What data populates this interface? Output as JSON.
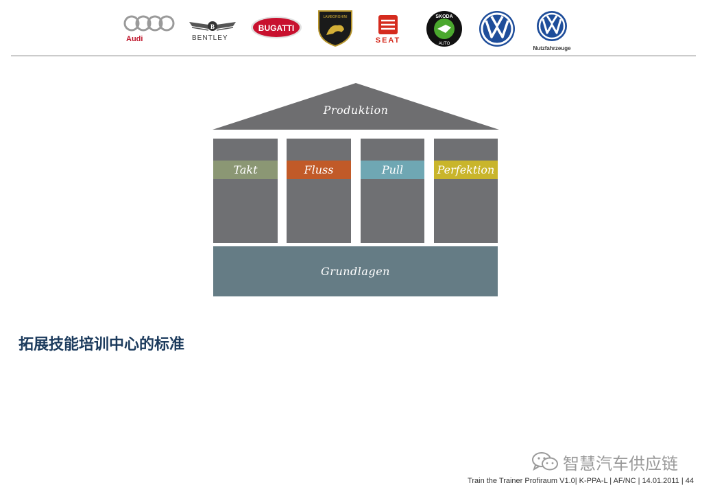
{
  "colors": {
    "roof": "#6e6e70",
    "pillar": "#6f7073",
    "base": "#657c85",
    "takt": "#8b9774",
    "fluss": "#c15a28",
    "pull": "#6fa7b3",
    "perfektion": "#c9b52b",
    "headline": "#1b3a5c"
  },
  "header": {
    "brands": [
      {
        "name": "Audi",
        "icon": "audi-rings-icon"
      },
      {
        "name": "BENTLEY",
        "icon": "bentley-wings-icon"
      },
      {
        "name": "BUGATTI",
        "icon": "bugatti-oval-icon"
      },
      {
        "name": "LAMBORGHINI",
        "icon": "lamborghini-shield-icon"
      },
      {
        "name": "SEAT",
        "icon": "seat-logo-icon"
      },
      {
        "name": "SKODA AUTO",
        "icon": "skoda-arrow-icon"
      },
      {
        "name": "VW",
        "icon": "vw-logo-icon"
      },
      {
        "name": "Nutzfahrzeuge",
        "icon": "vw-commercial-logo-icon"
      }
    ]
  },
  "diagram": {
    "roof": "Produktion",
    "pillars": [
      "Takt",
      "Fluss",
      "Pull",
      "Perfektion"
    ],
    "base": "Grundlagen"
  },
  "headline": "拓展技能培训中心的标准",
  "watermark": {
    "text": "智慧汽车供应链",
    "icon": "wechat-icon"
  },
  "footer": {
    "text": "Train the Trainer Profiraum V1.0| K-PPA-L | AF/NC | 14.01.2011 |   44"
  }
}
